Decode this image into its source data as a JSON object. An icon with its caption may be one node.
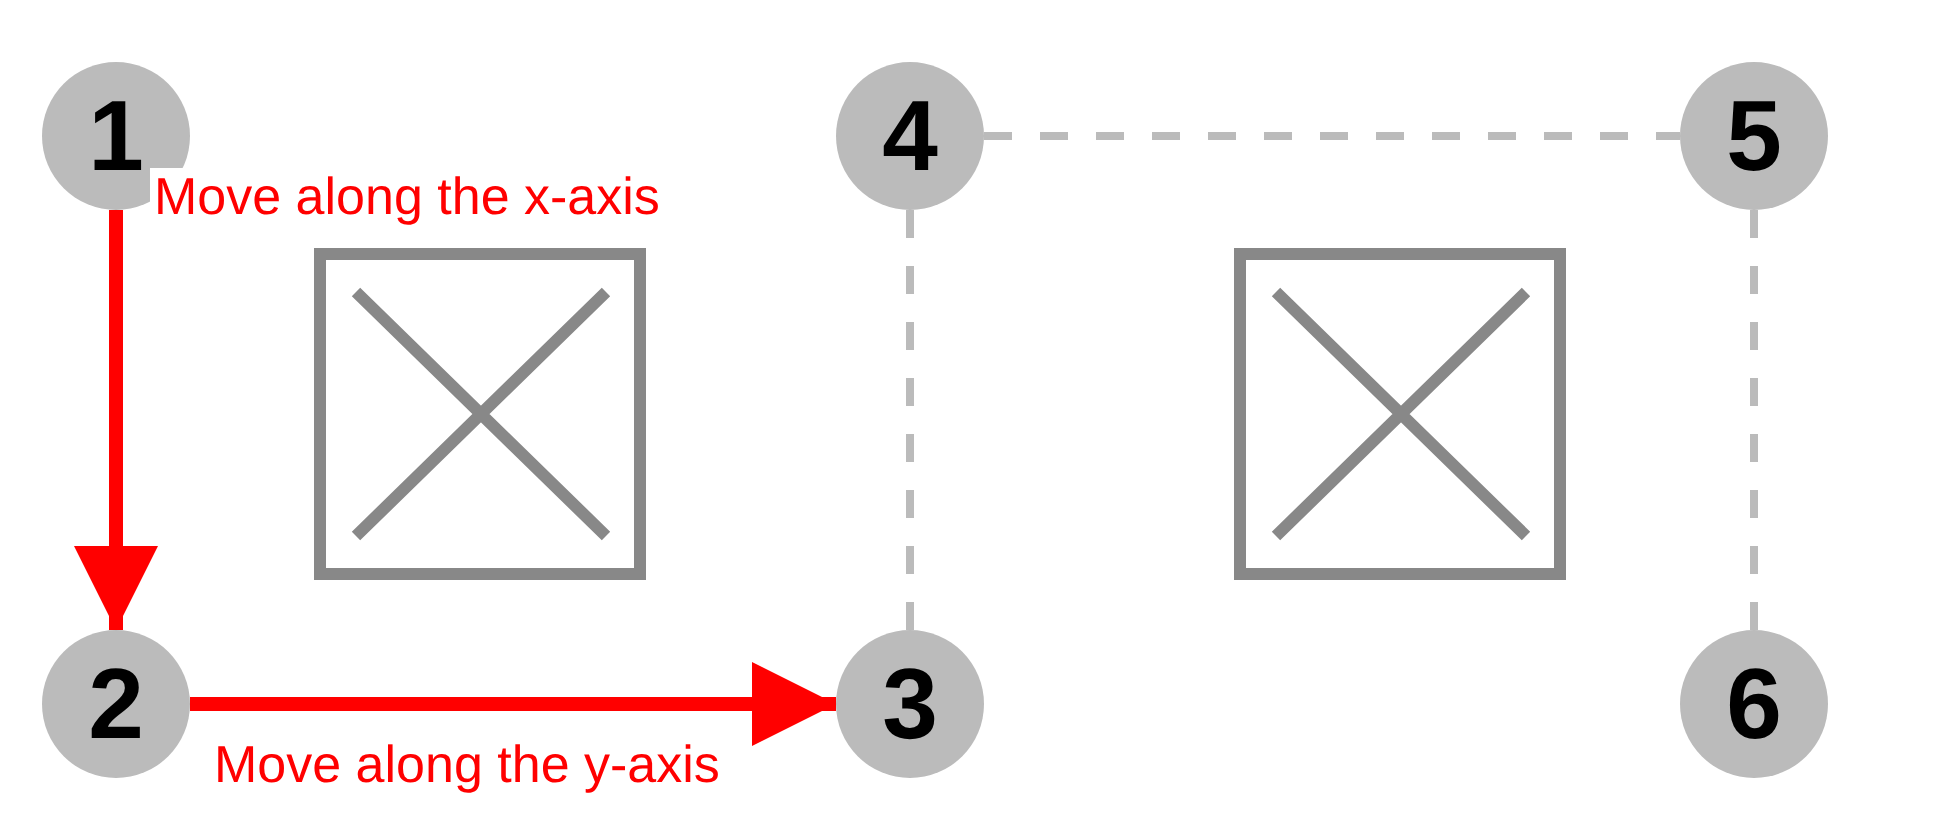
{
  "diagram": {
    "nodes": [
      {
        "text": [
          "1"
        ]
      },
      {
        "text": [
          "2"
        ]
      },
      {
        "text": [
          "3"
        ]
      },
      {
        "text": [
          "4"
        ]
      },
      {
        "text": [
          "5"
        ]
      },
      {
        "text": [
          "6"
        ]
      }
    ],
    "edges": [
      {
        "from": 0,
        "to": 1,
        "arrow": "to",
        "label": "Move along the x-axis",
        "color": "#ff0000"
      },
      {
        "from": 1,
        "to": 2,
        "arrow": "to",
        "label": "Move along the y-axis",
        "color": "#ff0000"
      },
      {
        "from": 3,
        "to": 4,
        "arrow": "none",
        "style": "dashed"
      },
      {
        "from": 4,
        "to": 5,
        "arrow": "none",
        "style": "dashed"
      },
      {
        "from": 3,
        "to": 2,
        "arrow": "none",
        "style": "dashed"
      }
    ]
  }
}
